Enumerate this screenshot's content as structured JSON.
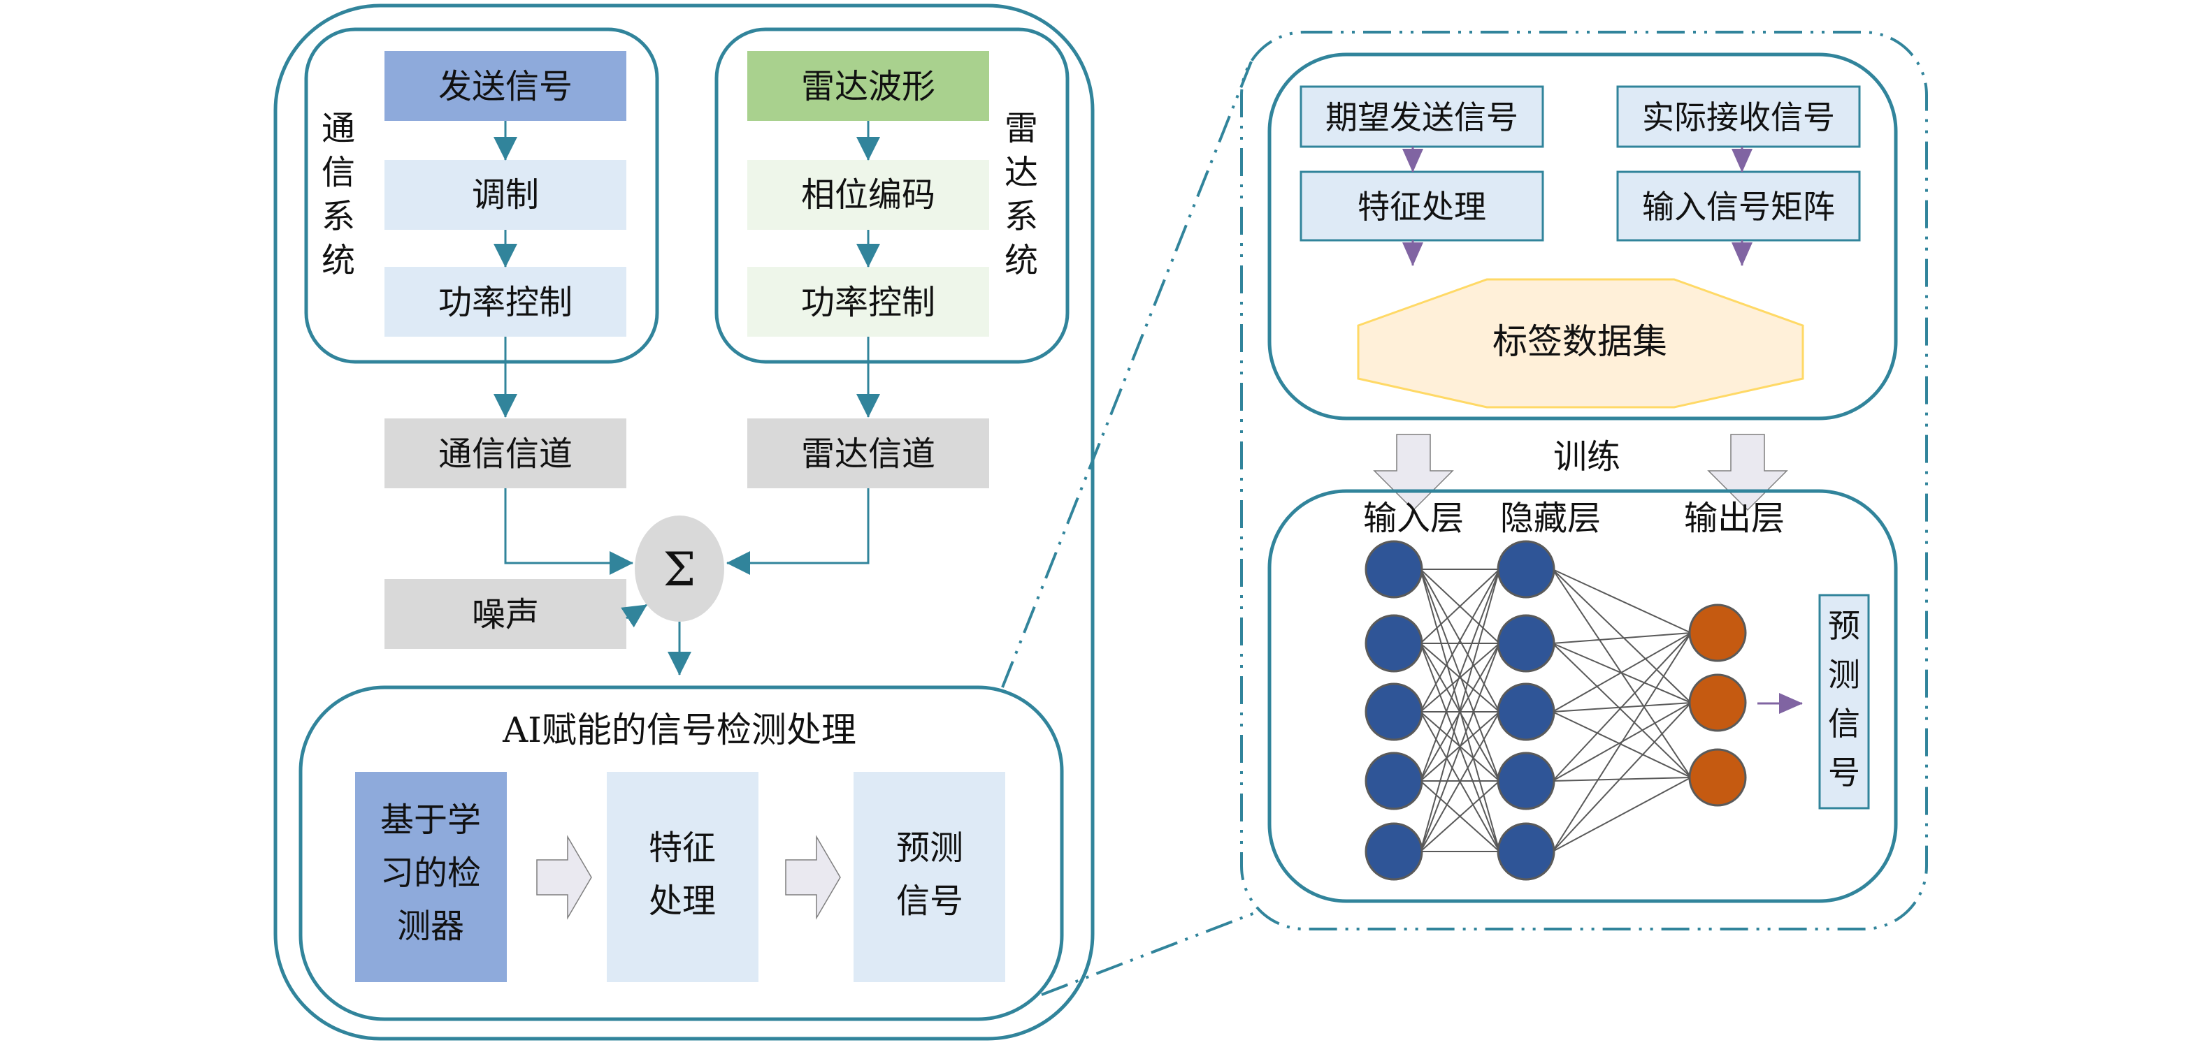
{
  "colors": {
    "teal": "#31849B",
    "purple": "#8064A2",
    "blue_dark": "#8EAADB",
    "blue_light": "#DEEAF6",
    "green_dark": "#A9D18E",
    "green_light": "#EEF6EA",
    "gray": "#D9D9D9",
    "octagon_fill": "#FFF0D9",
    "octagon_stroke": "#FFD966",
    "node_blue": "#2F5597",
    "node_orange": "#C55A11",
    "edge_gray": "#595959",
    "hollow_arrow_fill": "#EAE9F0"
  },
  "left_panel": {
    "comm_system": {
      "side_label": [
        "通",
        "信",
        "系",
        "统"
      ],
      "blocks": [
        "发送信号",
        "调制",
        "功率控制"
      ],
      "channel": "通信信道"
    },
    "radar_system": {
      "side_label": [
        "雷",
        "达",
        "系",
        "统"
      ],
      "blocks": [
        "雷达波形",
        "相位编码",
        "功率控制"
      ],
      "channel": "雷达信道"
    },
    "sum_symbol": "Σ",
    "noise": "噪声",
    "ai_section": {
      "title": "AI赋能的信号检测处理",
      "blocks": [
        [
          "基于学",
          "习的检",
          "测器"
        ],
        [
          "特征",
          "处理"
        ],
        [
          "预测",
          "信号"
        ]
      ]
    }
  },
  "right_panel": {
    "dataset_section": {
      "left_column": [
        "期望发送信号",
        "特征处理"
      ],
      "right_column": [
        "实际接收信号",
        "输入信号矩阵"
      ],
      "dataset": "标签数据集"
    },
    "training_label": "训练",
    "network": {
      "layer_labels": [
        "输入层",
        "隐藏层",
        "输出层"
      ],
      "layer_sizes": [
        5,
        5,
        3
      ],
      "output": [
        "预",
        "测",
        "信",
        "号"
      ]
    }
  }
}
